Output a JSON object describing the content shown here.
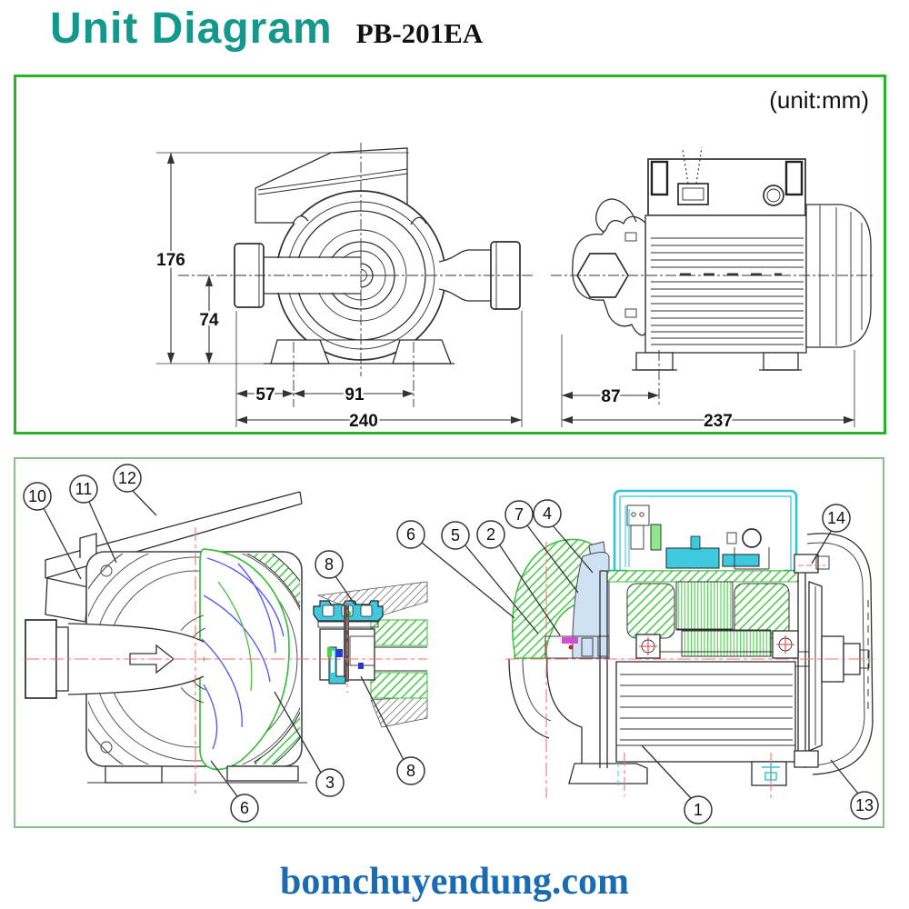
{
  "header": {
    "title": "Unit Diagram",
    "model": "PB-201EA"
  },
  "top_panel": {
    "unit_label": "(unit:mm)",
    "front_view": {
      "dims": {
        "height": "176",
        "shaft_height": "74",
        "inlet_offset": "57",
        "foot_span": "91",
        "overall_width": "240"
      }
    },
    "side_view": {
      "dims": {
        "foot_offset": "87",
        "overall_length": "237"
      }
    }
  },
  "bottom_panel": {
    "callouts": {
      "c10": "10",
      "c11": "11",
      "c12": "12",
      "c8a": "8",
      "c8b": "8",
      "c3": "3",
      "c6a": "6",
      "c6b": "6",
      "c5": "5",
      "c2": "2",
      "c7": "7",
      "c4": "4",
      "c14": "14",
      "c1": "1",
      "c13": "13"
    }
  },
  "footer": {
    "site": "bomchuyendung.com"
  },
  "colors": {
    "title": "#14988c",
    "top_border": "#28b428",
    "bottom_border": "#8cbe8c",
    "footer_blue": "#1b6bb0",
    "centerline_red": "#f4726a",
    "cyan": "#3ec9e0",
    "green": "#3bbf3b",
    "vane_blue": "#5b5bec"
  }
}
